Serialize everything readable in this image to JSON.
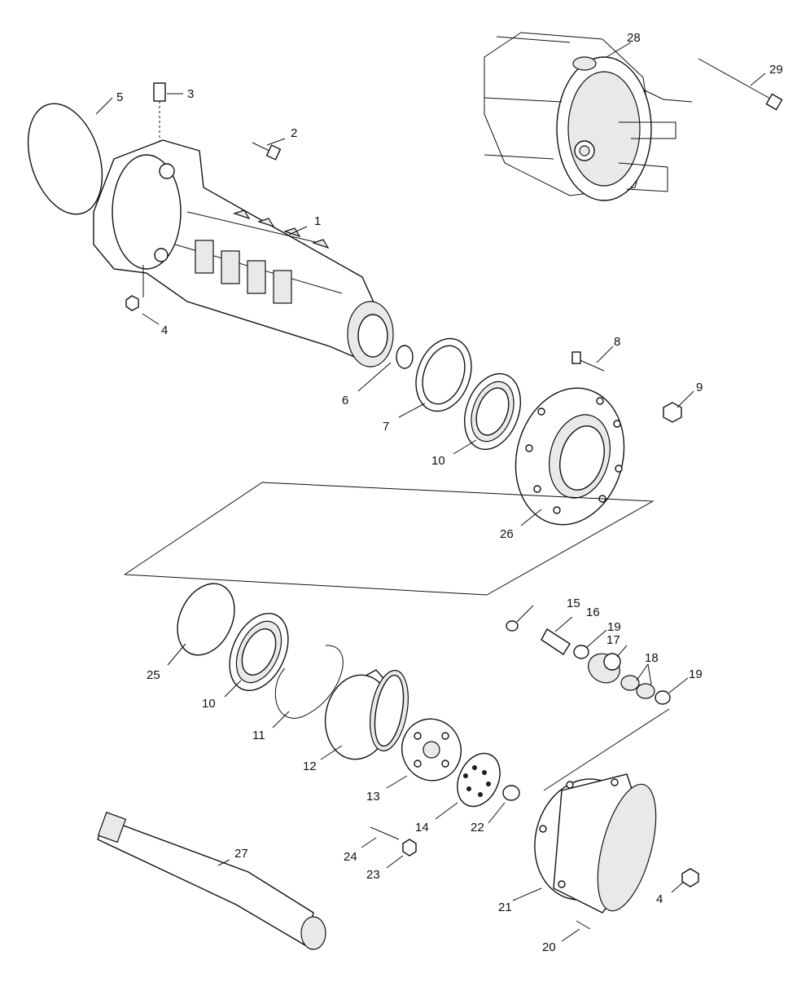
{
  "callouts": [
    "1",
    "2",
    "3",
    "4",
    "5",
    "6",
    "7",
    "8",
    "9",
    "10",
    "26",
    "25",
    "10",
    "11",
    "12",
    "13",
    "14",
    "15",
    "16",
    "17",
    "18",
    "19",
    "19",
    "20",
    "21",
    "22",
    "23",
    "24",
    "27",
    "4",
    "28",
    "29"
  ]
}
